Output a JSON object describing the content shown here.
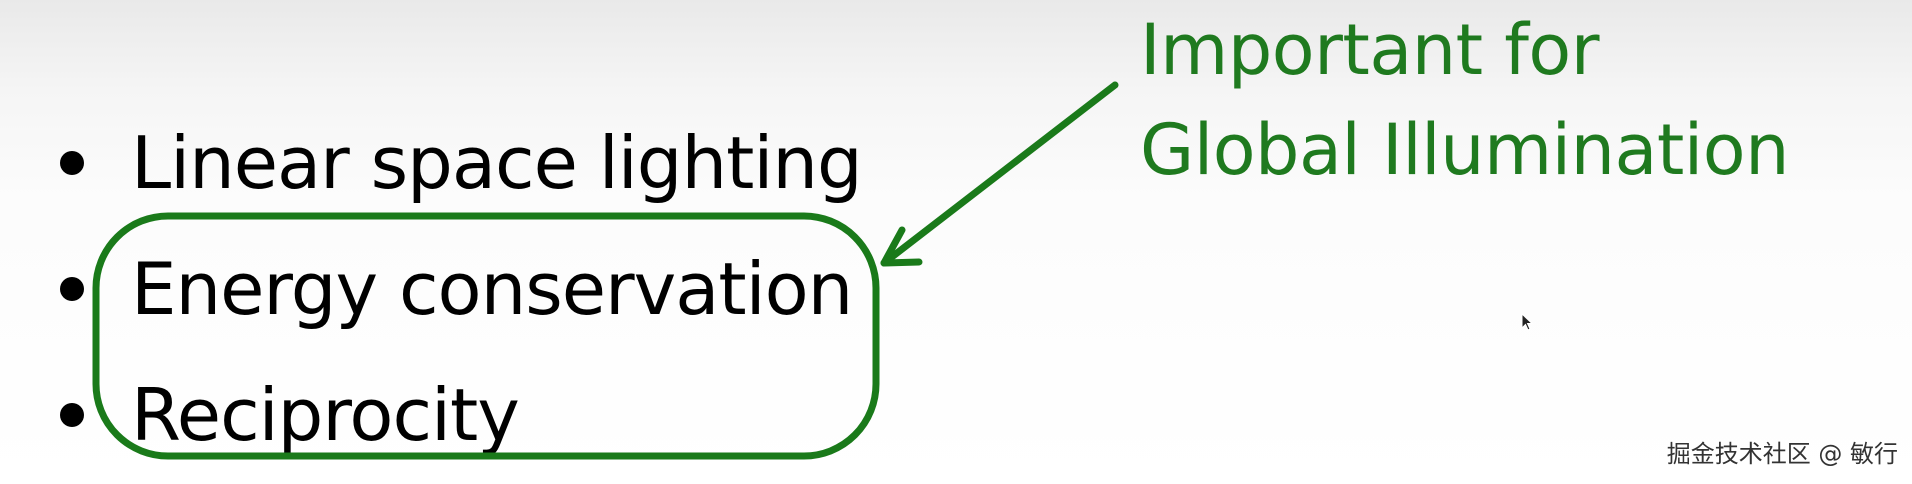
{
  "slide": {
    "bullets": [
      {
        "label": "Linear space lighting"
      },
      {
        "label": "Energy conservation"
      },
      {
        "label": "Reciprocity"
      }
    ],
    "callout": {
      "line1": "Important for",
      "line2": "Global Illumination",
      "color": "#1f7a1f"
    }
  },
  "watermark": {
    "text": "掘金技术社区 @ 敏行"
  }
}
